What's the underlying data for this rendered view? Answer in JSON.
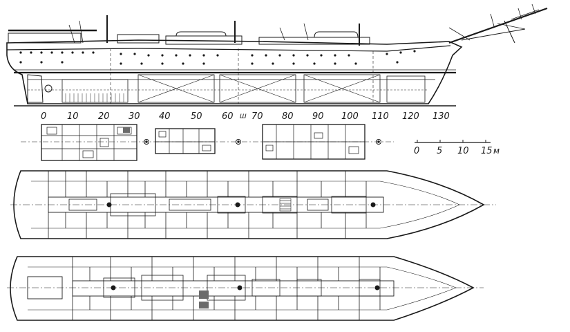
{
  "colors": {
    "ink": "#1a1a1a",
    "paper": "#ffffff",
    "shade": "#6b6b6b"
  },
  "frame_scale": {
    "ticks": [
      "0",
      "10",
      "20",
      "30",
      "40",
      "50",
      "60",
      "Ш",
      "70",
      "80",
      "90",
      "100",
      "110",
      "120",
      "130"
    ]
  },
  "metric_scale": {
    "ticks": [
      "0",
      "5",
      "10",
      "15"
    ],
    "unit": "м"
  }
}
